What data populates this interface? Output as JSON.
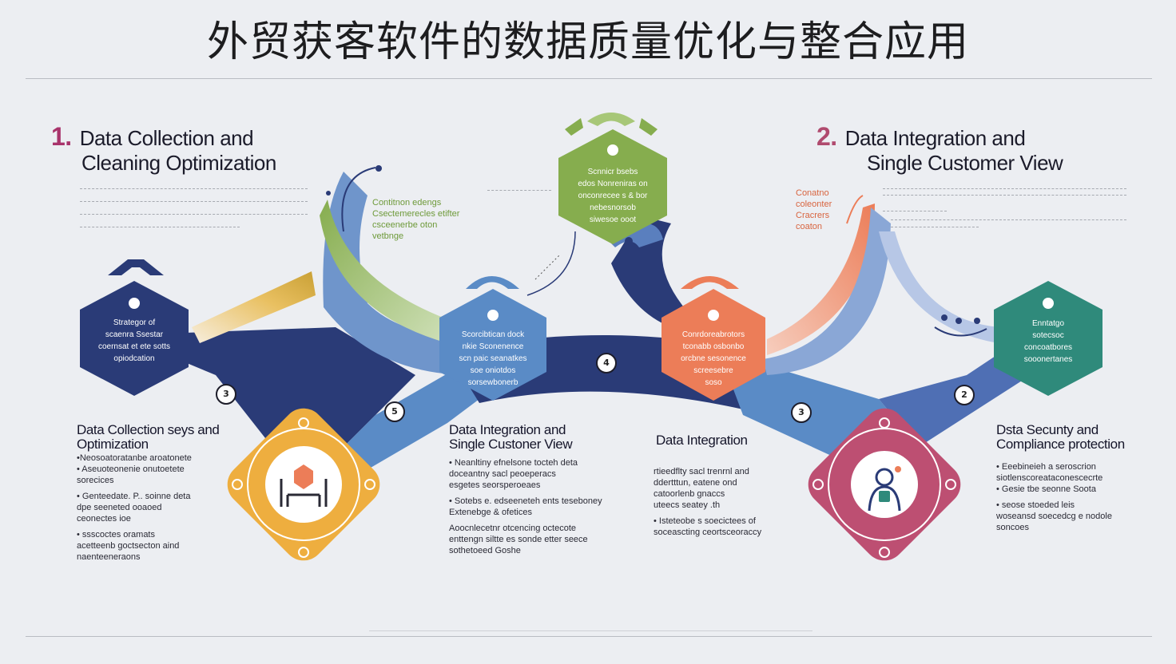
{
  "title": "外贸获客软件的数据质量优化与整合应用",
  "sections": [
    {
      "number": "1.",
      "heading_line1": "Data Collection and",
      "heading_line2": "Cleaning Optimization"
    },
    {
      "number": "2.",
      "heading_line1": "Data Integration and",
      "heading_line2": "Single Customer View"
    }
  ],
  "hexagons": {
    "navy": "Strategor of\nscaenra Ssestar\ncoernsat et ete sotts\nopiodcation",
    "green": "Scnnicr bsebs\nedos Nonreniras on\nonconrecee s & bor\nnebesnorsob\nsiwesoe ooot",
    "blue": "Scorcibtican dock\nnkie Sconenence\nscn paic seanatkes\nsoe oniotdos\nsorsewbonerb",
    "orange": "Conrdoreabrotors\ntconabb osbonbo\norcbne sesonence\nscreesebre\nsoso",
    "teal": "Enntatgo\nsotecsoc\nconcoatbores\nsooonertanes"
  },
  "annotations": {
    "green": "Contitnon edengs\nCsectemerecles etifter\ncsceenerbe oton\nvetbnge",
    "orange": "Conatno\ncoleonter\nCracrers\ncoaton"
  },
  "steps": [
    "3",
    "5",
    "4",
    "3",
    "2"
  ],
  "columns": [
    {
      "title": "Data Collection seys and\nOptimization",
      "bullets": [
        "•Neosoatoratanbe aroatonete\n• Aseuoteonenie onutoetete\nsorecices",
        "• Genteedate. P.. soinne deta\ndpe seeneted ooaoed\nceonectes ioe",
        "• ssscoctes oramats\nacetteenb goctsecton aind\nnaenteeneraons"
      ]
    },
    {
      "title": "Data Integration and\nSingle Custoner View",
      "bullets": [
        "• Neanltiny efnelsone tocteh deta\ndoceantny sacl peoeperacs\nesgetes seorsperoeaes",
        "• Sotebs e. edseeneteh ents teseboney\nExtenebge & ofetices",
        "Aoocnlecetnr otcencing octecote\nenttengn siltte es sonde etter seece\nsothetoeed Goshe"
      ]
    },
    {
      "title": "Data Integration",
      "bullets": [
        "rtieedflty sacl trenrnl and\nddertttun, eatene ond\ncatoorlenb gnaccs\nuteecs seatey .th",
        "• Isteteobe s soecictees of\nsoceascting ceortsceoraccy"
      ]
    },
    {
      "title": "Dsta Secunty and\nCompliance protection",
      "bullets": [
        "• Eeebineieh a seroscrion\nsiotlenscoreataconescecrte\n• Gesie tbe seonne Soota",
        "• seose stoeded leis\nwoseansd soecedcg e nodole\nsoncoes"
      ]
    }
  ],
  "colors": {
    "navy": "#2a3b77",
    "blue": "#5a8bc6",
    "green": "#86ad4e",
    "orange": "#ec7d58",
    "teal": "#2f8a7b",
    "yellow": "#eeae3f",
    "magenta": "#bd4f72",
    "accent_number": "#a8336b"
  }
}
